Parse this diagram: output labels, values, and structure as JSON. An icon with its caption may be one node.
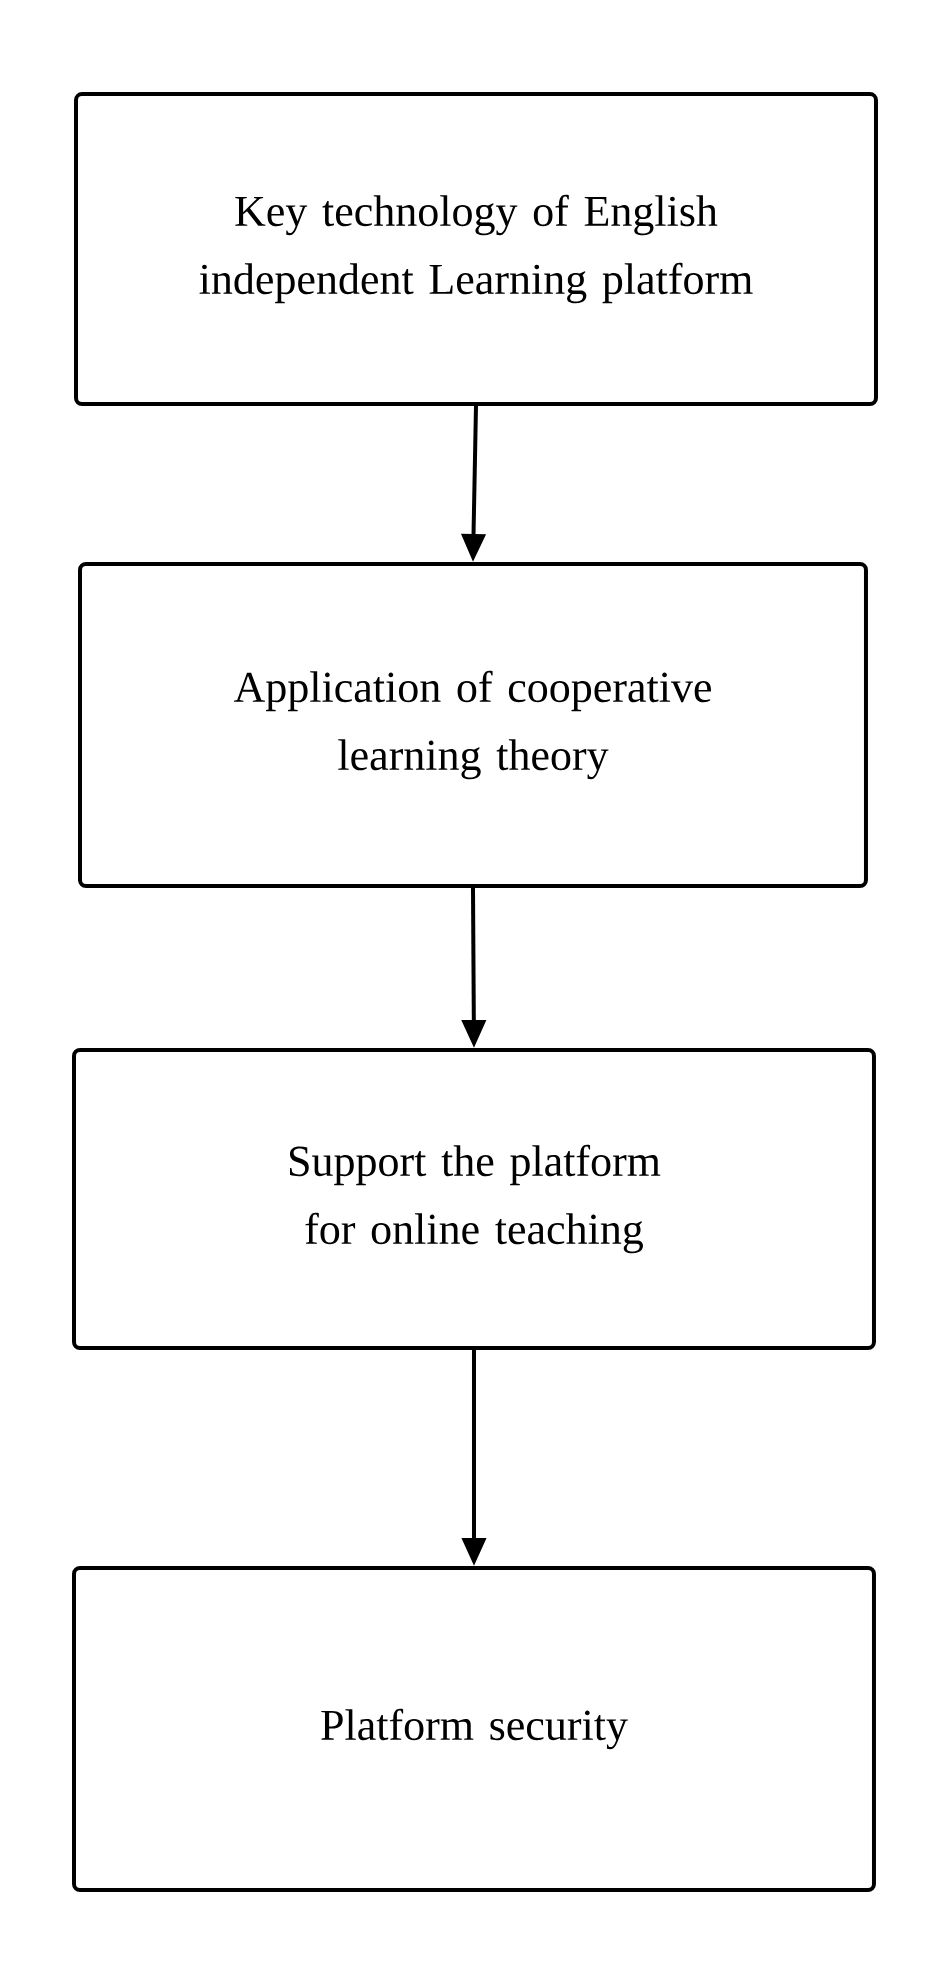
{
  "diagram": {
    "nodes": [
      {
        "text": [
          "Key technology of English independent Learning platform"
        ]
      },
      {
        "text": [
          "Application of cooperative learning theory"
        ]
      },
      {
        "text": [
          "Support the platform for online teaching"
        ]
      },
      {
        "text": [
          "Platform security"
        ]
      }
    ],
    "edges": [
      {
        "from": 0,
        "to": 1,
        "arrow": "to"
      },
      {
        "from": 1,
        "to": 2,
        "arrow": "to"
      },
      {
        "from": 2,
        "to": 3,
        "arrow": "to"
      }
    ]
  }
}
